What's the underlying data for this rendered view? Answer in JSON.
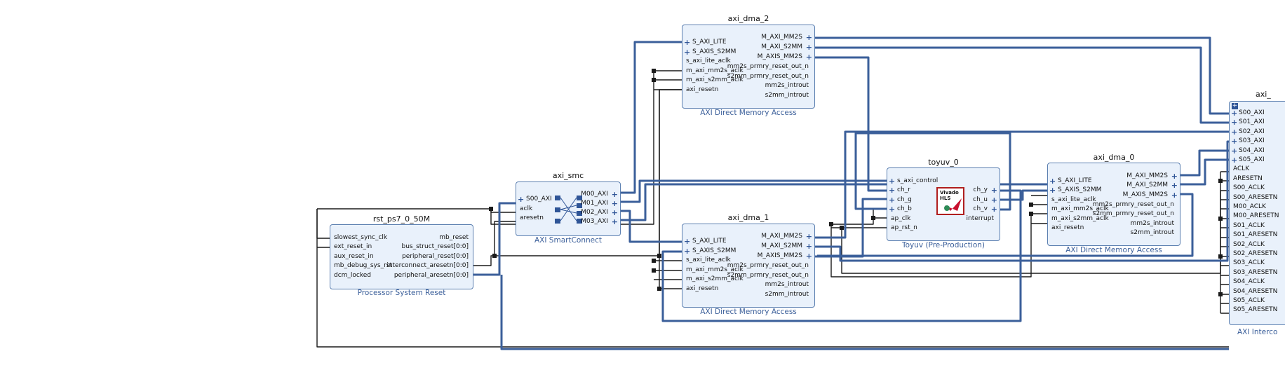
{
  "colors": {
    "bus": "#3b5f9a",
    "wire": "#1a1a1a",
    "block_fill": "#e9f1fb",
    "block_border": "#5b7fb0",
    "subtitle": "#3b5f9a"
  },
  "blocks": {
    "rst": {
      "title": "rst_ps7_0_50M",
      "subtitle": "Processor System Reset",
      "in": [
        "slowest_sync_clk",
        "ext_reset_in",
        "aux_reset_in",
        "mb_debug_sys_rst",
        "dcm_locked"
      ],
      "out": [
        "mb_reset",
        "bus_struct_reset[0:0]",
        "peripheral_reset[0:0]",
        "interconnect_aresetn[0:0]",
        "peripheral_aresetn[0:0]"
      ]
    },
    "smc": {
      "title": "axi_smc",
      "subtitle": "AXI SmartConnect",
      "in": [
        "S00_AXI",
        "aclk",
        "aresetn"
      ],
      "out": [
        "M00_AXI",
        "M01_AXI",
        "M02_AXI",
        "M03_AXI"
      ]
    },
    "dma2": {
      "title": "axi_dma_2",
      "subtitle": "AXI Direct Memory Access",
      "in": [
        "S_AXI_LITE",
        "S_AXIS_S2MM",
        "s_axi_lite_aclk",
        "m_axi_mm2s_aclk",
        "m_axi_s2mm_aclk",
        "axi_resetn"
      ],
      "out": [
        "M_AXI_MM2S",
        "M_AXI_S2MM",
        "M_AXIS_MM2S",
        "mm2s_prmry_reset_out_n",
        "s2mm_prmry_reset_out_n",
        "mm2s_introut",
        "s2mm_introut"
      ]
    },
    "dma1": {
      "title": "axi_dma_1",
      "subtitle": "AXI Direct Memory Access",
      "in": [
        "S_AXI_LITE",
        "S_AXIS_S2MM",
        "s_axi_lite_aclk",
        "m_axi_mm2s_aclk",
        "m_axi_s2mm_aclk",
        "axi_resetn"
      ],
      "out": [
        "M_AXI_MM2S",
        "M_AXI_S2MM",
        "M_AXIS_MM2S",
        "mm2s_prmry_reset_out_n",
        "s2mm_prmry_reset_out_n",
        "mm2s_introut",
        "s2mm_introut"
      ]
    },
    "toyuv": {
      "title": "toyuv_0",
      "subtitle": "Toyuv (Pre-Production)",
      "logo": "Vivado HLS",
      "in": [
        "s_axi_control",
        "ch_r",
        "ch_g",
        "ch_b",
        "ap_clk",
        "ap_rst_n"
      ],
      "out": [
        "ch_y",
        "ch_u",
        "ch_v",
        "interrupt"
      ]
    },
    "dma0": {
      "title": "axi_dma_0",
      "subtitle": "AXI Direct Memory Access",
      "in": [
        "S_AXI_LITE",
        "S_AXIS_S2MM",
        "s_axi_lite_aclk",
        "m_axi_mm2s_aclk",
        "m_axi_s2mm_aclk",
        "axi_resetn"
      ],
      "out": [
        "M_AXI_MM2S",
        "M_AXI_S2MM",
        "M_AXIS_MM2S",
        "mm2s_prmry_reset_out_n",
        "s2mm_prmry_reset_out_n",
        "mm2s_introut",
        "s2mm_introut"
      ]
    },
    "ic": {
      "title": "axi_",
      "subtitle": "AXI Interco",
      "in": [
        "S00_AXI",
        "S01_AXI",
        "S02_AXI",
        "S03_AXI",
        "S04_AXI",
        "S05_AXI",
        "ACLK",
        "ARESETN",
        "S00_ACLK",
        "S00_ARESETN",
        "M00_ACLK",
        "M00_ARESETN",
        "S01_ACLK",
        "S01_ARESETN",
        "S02_ACLK",
        "S02_ARESETN",
        "S03_ACLK",
        "S03_ARESETN",
        "S04_ACLK",
        "S04_ARESETN",
        "S05_ACLK",
        "S05_ARESETN"
      ]
    }
  }
}
